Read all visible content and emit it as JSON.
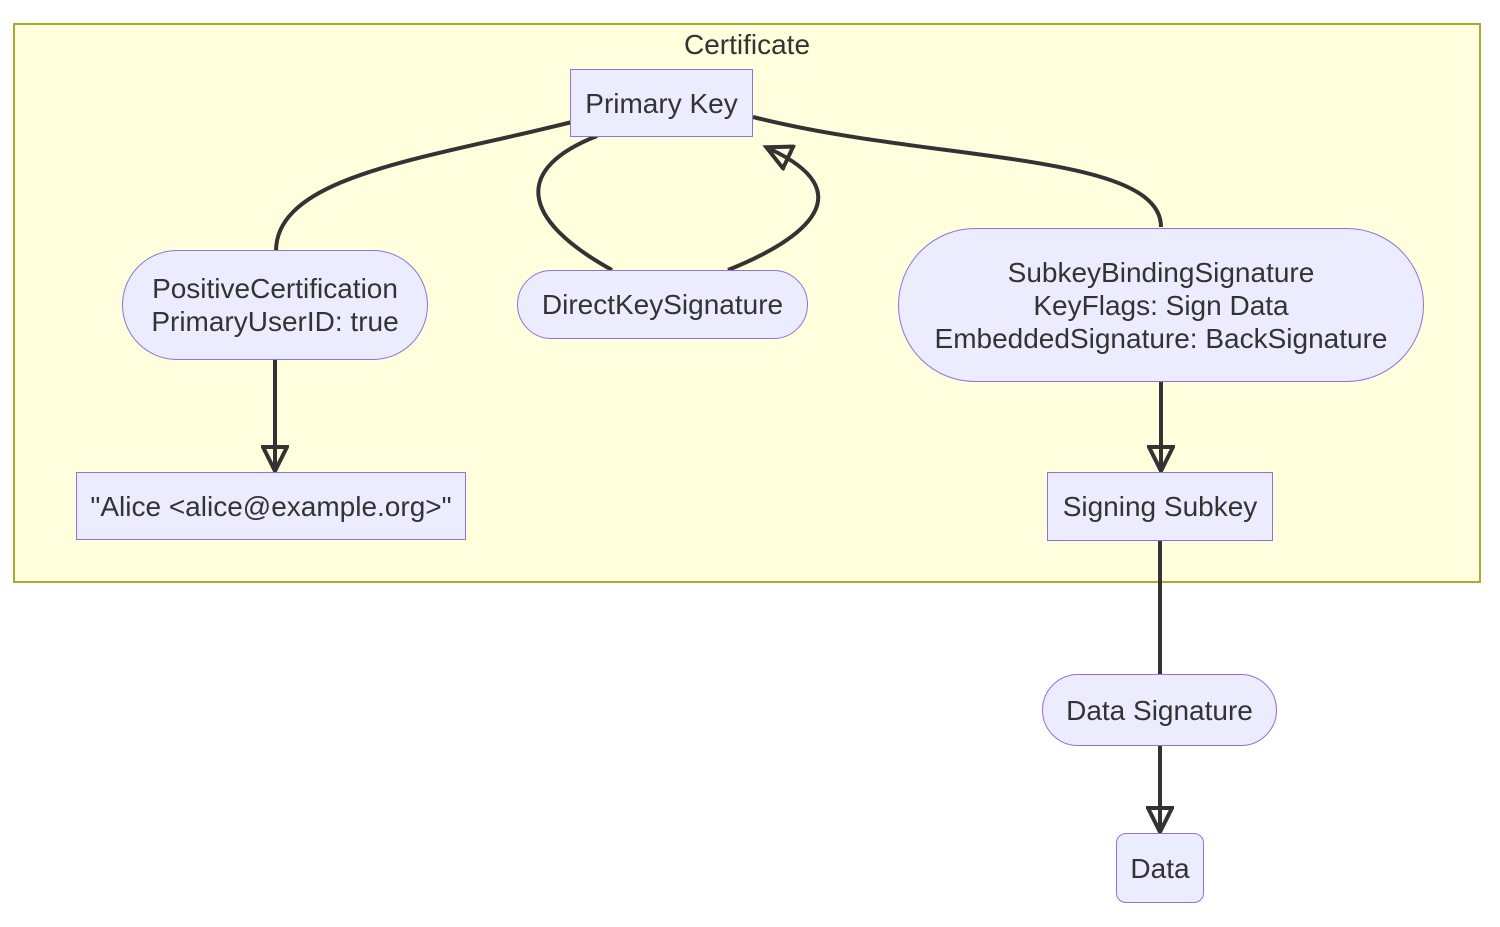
{
  "colors": {
    "page_background": "#ffffff",
    "cluster_fill": "#ffffde",
    "cluster_border": "#aaaa33",
    "node_fill": "#ECECFF",
    "node_border": "#9370DB",
    "edge_color": "#333333",
    "text_color": "#333333"
  },
  "cluster": {
    "label": "Certificate"
  },
  "nodes": {
    "primary_key": {
      "label": "Primary Key"
    },
    "positive_certification": {
      "line1": "PositiveCertification",
      "line2": "PrimaryUserID: true"
    },
    "direct_key_signature": {
      "label": "DirectKeySignature"
    },
    "subkey_binding_signature": {
      "line1": "SubkeyBindingSignature",
      "line2": "KeyFlags: Sign Data",
      "line3": "EmbeddedSignature: BackSignature"
    },
    "user_id": {
      "label": "\"Alice <alice@example.org>\""
    },
    "signing_subkey": {
      "label": "Signing Subkey"
    },
    "data_signature": {
      "label": "Data Signature"
    },
    "data": {
      "label": "Data"
    }
  },
  "edges": [
    {
      "from": "primary_key",
      "to": "positive_certification",
      "arrow": false
    },
    {
      "from": "positive_certification",
      "to": "user_id",
      "arrow": true
    },
    {
      "from": "primary_key",
      "to": "direct_key_signature",
      "arrow": false
    },
    {
      "from": "direct_key_signature",
      "to": "primary_key",
      "arrow": true
    },
    {
      "from": "primary_key",
      "to": "subkey_binding_signature",
      "arrow": false
    },
    {
      "from": "subkey_binding_signature",
      "to": "signing_subkey",
      "arrow": true
    },
    {
      "from": "signing_subkey",
      "to": "data_signature",
      "arrow": false
    },
    {
      "from": "data_signature",
      "to": "data",
      "arrow": true
    }
  ]
}
